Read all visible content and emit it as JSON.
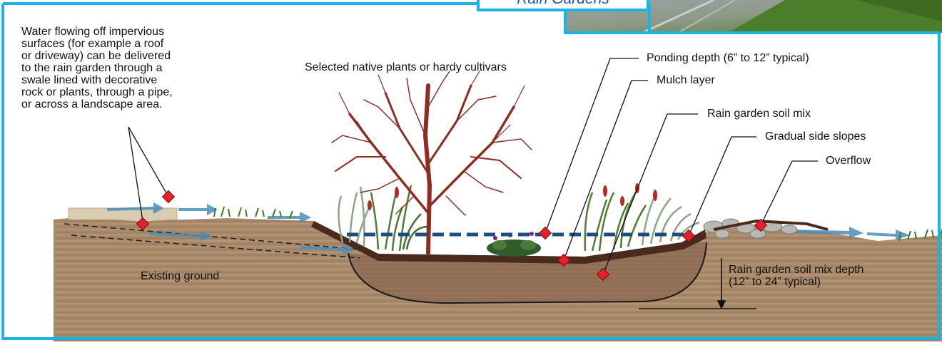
{
  "title": "Rain Gardens",
  "labels": {
    "water_note": [
      "Water flowing off impervious",
      "surfaces (for example a roof",
      "or driveway) can be delivered",
      "to the rain garden through a",
      "swale lined with decorative",
      "rock or plants, through a pipe,",
      "or across a landscape area."
    ],
    "plants": "Selected native plants or hardy cultivars",
    "ponding": "Ponding depth (6” to 12” typical)",
    "mulch": "Mulch layer",
    "soil_mix": "Rain garden soil mix",
    "slopes": "Gradual side slopes",
    "overflow": "Overflow",
    "existing_ground": "Existing ground",
    "depth": [
      "Rain garden soil mix depth",
      "(12” to 24” typical)"
    ]
  },
  "icons": {
    "marker": "red-diamond-marker",
    "tree": "bare-red-shrub",
    "plants": "grasses-and-flowers",
    "rocks": "overflow-rocks",
    "photo": "lawn-photo-corner"
  },
  "colors": {
    "frame": "#1ab3e6",
    "title": "#1a56b8",
    "soil": "#a68563",
    "mulch": "#4a2a1c",
    "water": "#1f4b80",
    "marker": "#e8202a",
    "tree": "#8e2c24"
  }
}
